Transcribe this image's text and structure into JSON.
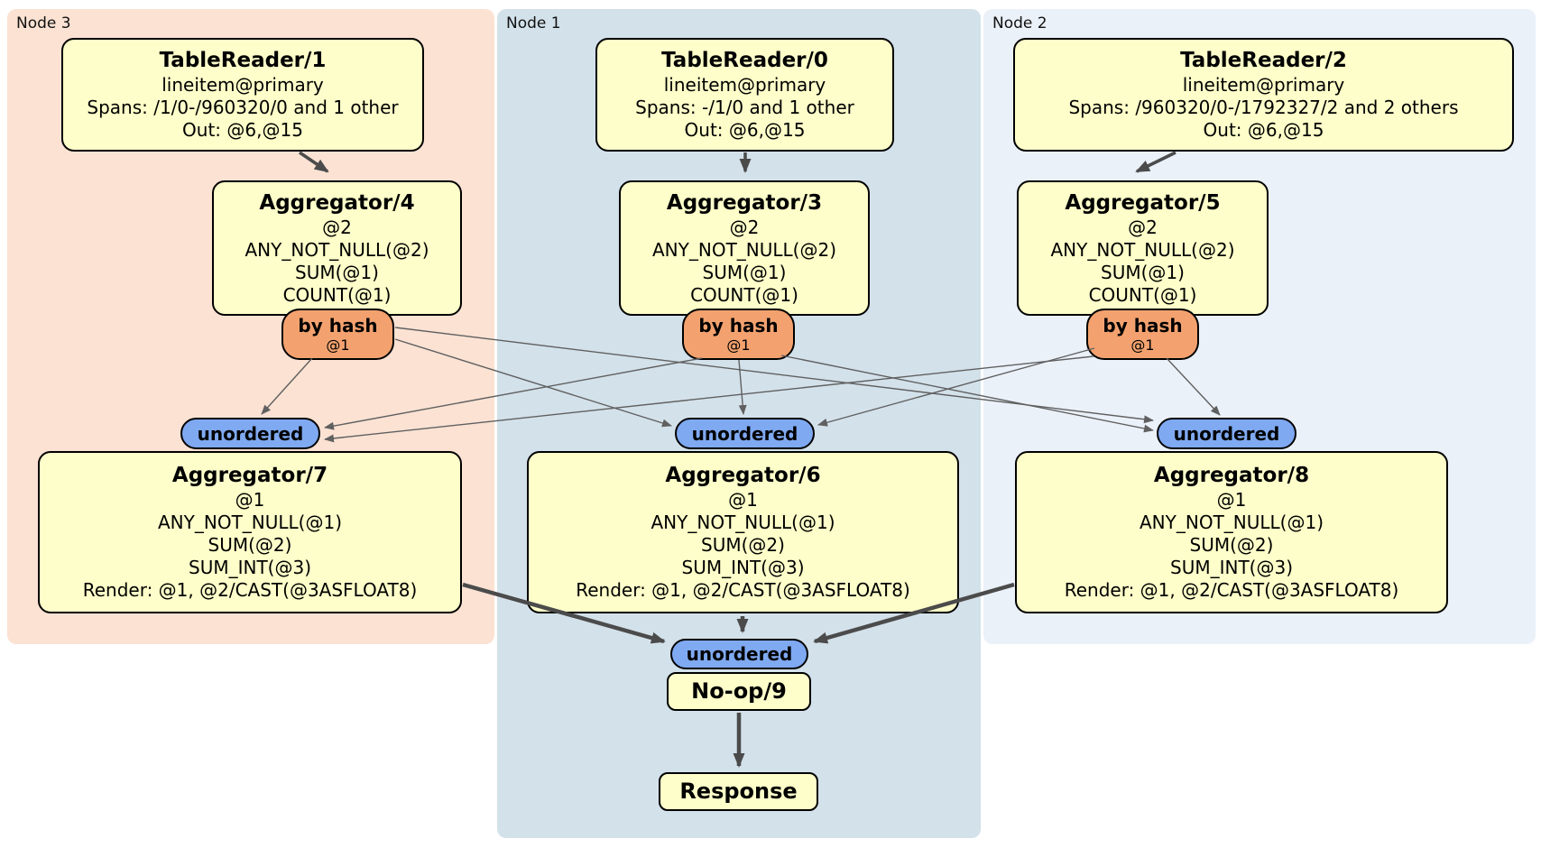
{
  "regions": [
    {
      "label": "Node 3"
    },
    {
      "label": "Node 1"
    },
    {
      "label": "Node 2"
    }
  ],
  "processors": {
    "tr1": {
      "title": "TableReader/1",
      "lines": [
        "lineitem@primary",
        "Spans: /1/0-/960320/0 and 1 other",
        "Out: @6,@15"
      ]
    },
    "tr0": {
      "title": "TableReader/0",
      "lines": [
        "lineitem@primary",
        "Spans: -/1/0 and 1 other",
        "Out: @6,@15"
      ]
    },
    "tr2": {
      "title": "TableReader/2",
      "lines": [
        "lineitem@primary",
        "Spans: /960320/0-/1792327/2 and 2 others",
        "Out: @6,@15"
      ]
    },
    "agg4": {
      "title": "Aggregator/4",
      "lines": [
        "@2",
        "ANY_NOT_NULL(@2)",
        "SUM(@1)",
        "COUNT(@1)"
      ]
    },
    "agg3": {
      "title": "Aggregator/3",
      "lines": [
        "@2",
        "ANY_NOT_NULL(@2)",
        "SUM(@1)",
        "COUNT(@1)"
      ]
    },
    "agg5": {
      "title": "Aggregator/5",
      "lines": [
        "@2",
        "ANY_NOT_NULL(@2)",
        "SUM(@1)",
        "COUNT(@1)"
      ]
    },
    "agg7": {
      "title": "Aggregator/7",
      "lines": [
        "@1",
        "ANY_NOT_NULL(@1)",
        "SUM(@2)",
        "SUM_INT(@3)",
        "Render: @1, @2/CAST(@3ASFLOAT8)"
      ]
    },
    "agg6": {
      "title": "Aggregator/6",
      "lines": [
        "@1",
        "ANY_NOT_NULL(@1)",
        "SUM(@2)",
        "SUM_INT(@3)",
        "Render: @1, @2/CAST(@3ASFLOAT8)"
      ]
    },
    "agg8": {
      "title": "Aggregator/8",
      "lines": [
        "@1",
        "ANY_NOT_NULL(@1)",
        "SUM(@2)",
        "SUM_INT(@3)",
        "Render: @1, @2/CAST(@3ASFLOAT8)"
      ]
    },
    "noop": {
      "title": "No-op/9"
    },
    "response": {
      "title": "Response"
    }
  },
  "routers": {
    "hash": [
      {
        "label": "by hash",
        "detail": "@1"
      },
      {
        "label": "by hash",
        "detail": "@1"
      },
      {
        "label": "by hash",
        "detail": "@1"
      }
    ],
    "sync": [
      {
        "label": "unordered"
      },
      {
        "label": "unordered"
      },
      {
        "label": "unordered"
      },
      {
        "label": "unordered"
      }
    ]
  },
  "colors": {
    "node3_bg": "#fbe2d3",
    "node1_bg": "#d3e1ea",
    "node2_bg": "#ebf1f9",
    "proc_fill": "#fdfec9",
    "hash_fill": "#f3a26f",
    "sync_fill": "#7fa9f1",
    "edge_thin": "#606060",
    "edge_thick": "#4b4b4b",
    "box_border": "#000000"
  }
}
